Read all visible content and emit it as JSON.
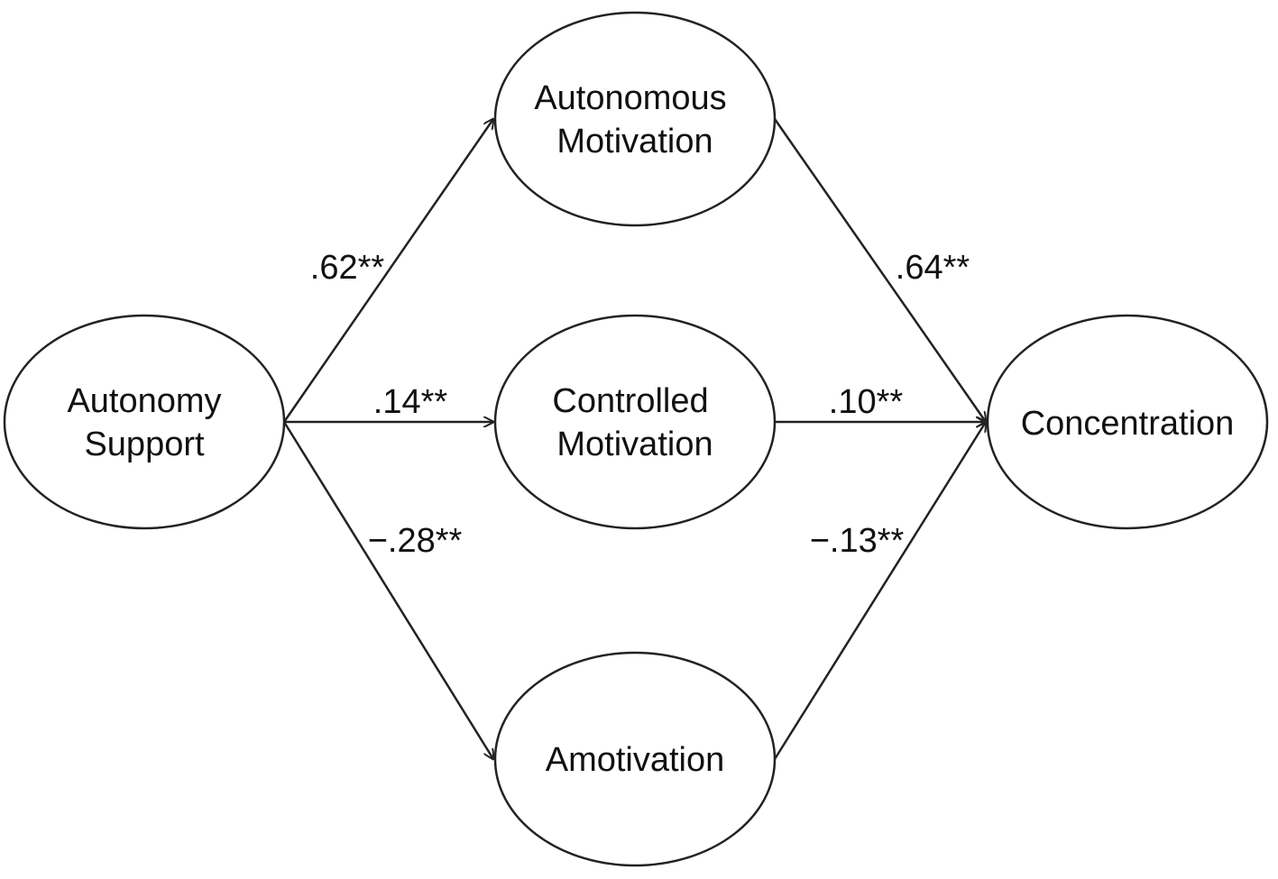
{
  "diagram": {
    "nodes": [
      {
        "id": "autonomy_support",
        "lines": [
          "Autonomy",
          "Support"
        ]
      },
      {
        "id": "autonomous_motivation",
        "lines": [
          "Autonomous",
          "Motivation"
        ]
      },
      {
        "id": "controlled_motivation",
        "lines": [
          "Controlled",
          "Motivation"
        ]
      },
      {
        "id": "amotivation",
        "lines": [
          "Amotivation"
        ]
      },
      {
        "id": "concentration",
        "lines": [
          "Concentration"
        ]
      }
    ],
    "edges": [
      {
        "from": "autonomy_support",
        "to": "autonomous_motivation",
        "label": ".62**"
      },
      {
        "from": "autonomy_support",
        "to": "controlled_motivation",
        "label": ".14**"
      },
      {
        "from": "autonomy_support",
        "to": "amotivation",
        "label": "−.28**"
      },
      {
        "from": "autonomous_motivation",
        "to": "concentration",
        "label": ".64**"
      },
      {
        "from": "controlled_motivation",
        "to": "concentration",
        "label": ".10**"
      },
      {
        "from": "amotivation",
        "to": "concentration",
        "label": "−.13**"
      }
    ]
  }
}
